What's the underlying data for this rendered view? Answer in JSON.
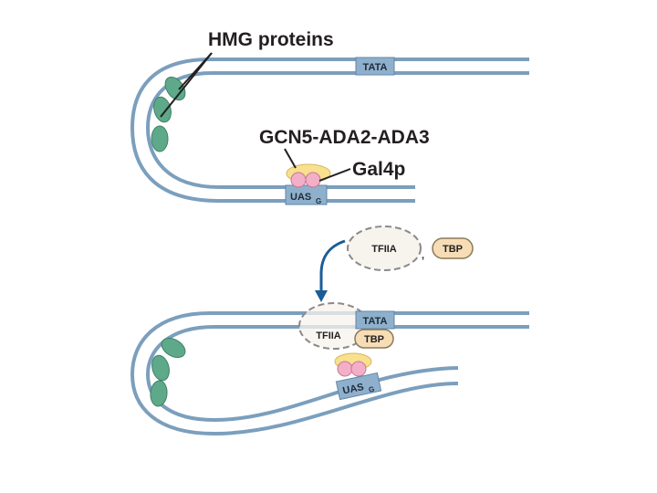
{
  "labels": {
    "hmg_proteins": "HMG proteins",
    "complex": "GCN5-ADA2-ADA3",
    "gal4p": "Gal4p",
    "tata_top": "TATA",
    "uas_top": "UAS",
    "uas_top_sub": "G",
    "tfiia_top": "TFIIA",
    "comma": ",",
    "tbp_top": "TBP",
    "tata_bottom": "TATA",
    "tfiia_bottom": "TFIIA",
    "tbp_bottom": "TBP",
    "uas_bottom": "UAS",
    "uas_bottom_sub": "G"
  },
  "colors": {
    "dna_strand": "#7b9fbd",
    "site_box": "#8fb0cc",
    "hmg_protein": "#5ea989",
    "coactivator": "#f8e08f",
    "gal4p": "#f4afc8",
    "tbp": "#f6ddb5",
    "tfiia": "#f7f3ed",
    "arrow": "#1a5d96"
  }
}
